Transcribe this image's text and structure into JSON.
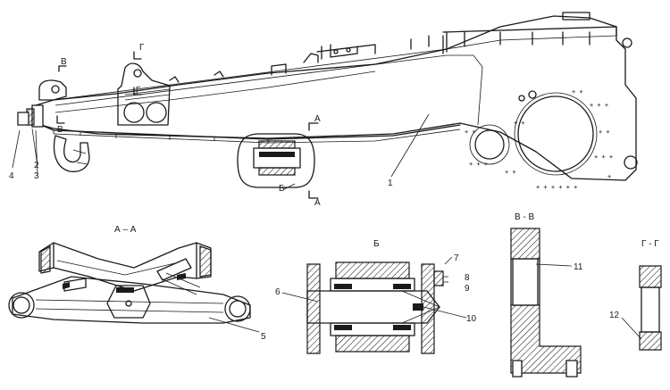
{
  "views": {
    "main": {
      "section_marks": [
        "В",
        "В",
        "Г",
        "Г",
        "А",
        "А",
        "Б"
      ],
      "callouts": [
        "1",
        "2",
        "3",
        "4"
      ]
    },
    "section_a": {
      "title": "А – А",
      "callouts": [
        "5"
      ]
    },
    "detail_b": {
      "title": "Б",
      "callouts": [
        "6",
        "7",
        "8",
        "9",
        "10"
      ]
    },
    "section_v": {
      "title": "В - В",
      "callouts": [
        "11"
      ]
    },
    "section_g": {
      "title": "Г - Г",
      "callouts": [
        "12"
      ]
    }
  }
}
